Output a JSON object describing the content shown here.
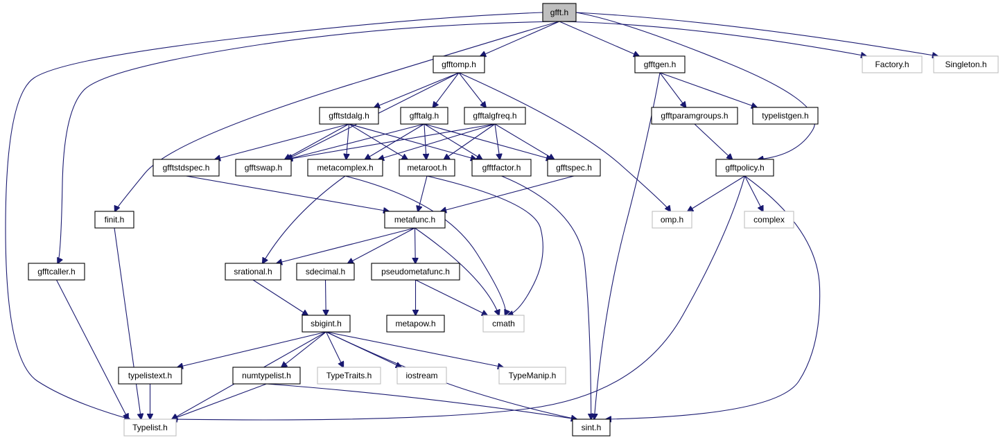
{
  "colors": {
    "edge": "#191970",
    "internal_border": "#000000",
    "external_border": "#bfbfbf",
    "root_fill": "#bfbfbf"
  },
  "nodes": [
    {
      "id": "gfft",
      "label": "gfft.h",
      "kind": "root"
    },
    {
      "id": "gfftomp",
      "label": "gfftomp.h",
      "kind": "internal"
    },
    {
      "id": "gfftgen",
      "label": "gfftgen.h",
      "kind": "internal"
    },
    {
      "id": "factory",
      "label": "Factory.h",
      "kind": "external"
    },
    {
      "id": "singleton",
      "label": "Singleton.h",
      "kind": "external"
    },
    {
      "id": "gfftstdalg",
      "label": "gfftstdalg.h",
      "kind": "internal"
    },
    {
      "id": "gfftalg",
      "label": "gfftalg.h",
      "kind": "internal"
    },
    {
      "id": "gfftalgfreq",
      "label": "gfftalgfreq.h",
      "kind": "internal"
    },
    {
      "id": "gfftparamgroups",
      "label": "gfftparamgroups.h",
      "kind": "internal"
    },
    {
      "id": "typelistgen",
      "label": "typelistgen.h",
      "kind": "internal"
    },
    {
      "id": "gfftstdspec",
      "label": "gfftstdspec.h",
      "kind": "internal"
    },
    {
      "id": "gfftswap",
      "label": "gfftswap.h",
      "kind": "internal"
    },
    {
      "id": "metacomplex",
      "label": "metacomplex.h",
      "kind": "internal"
    },
    {
      "id": "metaroot",
      "label": "metaroot.h",
      "kind": "internal"
    },
    {
      "id": "gfftfactor",
      "label": "gfftfactor.h",
      "kind": "internal"
    },
    {
      "id": "gfftspec",
      "label": "gfftspec.h",
      "kind": "internal"
    },
    {
      "id": "gfftpolicy",
      "label": "gfftpolicy.h",
      "kind": "internal"
    },
    {
      "id": "finit",
      "label": "finit.h",
      "kind": "internal"
    },
    {
      "id": "metafunc",
      "label": "metafunc.h",
      "kind": "internal"
    },
    {
      "id": "omp",
      "label": "omp.h",
      "kind": "external"
    },
    {
      "id": "complex",
      "label": "complex",
      "kind": "external"
    },
    {
      "id": "gfftcaller",
      "label": "gfftcaller.h",
      "kind": "internal"
    },
    {
      "id": "srational",
      "label": "srational.h",
      "kind": "internal"
    },
    {
      "id": "sdecimal",
      "label": "sdecimal.h",
      "kind": "internal"
    },
    {
      "id": "pseudometafunc",
      "label": "pseudometafunc.h",
      "kind": "internal"
    },
    {
      "id": "metapow",
      "label": "metapow.h",
      "kind": "internal"
    },
    {
      "id": "cmath",
      "label": "cmath",
      "kind": "external"
    },
    {
      "id": "sbigint",
      "label": "sbigint.h",
      "kind": "internal"
    },
    {
      "id": "typelistext",
      "label": "typelistext.h",
      "kind": "internal"
    },
    {
      "id": "numtypelist",
      "label": "numtypelist.h",
      "kind": "internal"
    },
    {
      "id": "typetraits",
      "label": "TypeTraits.h",
      "kind": "external"
    },
    {
      "id": "iostream",
      "label": "iostream",
      "kind": "external"
    },
    {
      "id": "typemanip",
      "label": "TypeManip.h",
      "kind": "external"
    },
    {
      "id": "typelist",
      "label": "Typelist.h",
      "kind": "external"
    },
    {
      "id": "sint",
      "label": "sint.h",
      "kind": "internal"
    }
  ],
  "edges": [
    [
      "gfft",
      "gfftomp"
    ],
    [
      "gfft",
      "gfftgen"
    ],
    [
      "gfft",
      "factory"
    ],
    [
      "gfft",
      "singleton"
    ],
    [
      "gfft",
      "gfftpolicy"
    ],
    [
      "gfft",
      "finit"
    ],
    [
      "gfft",
      "gfftcaller"
    ],
    [
      "gfft",
      "typelist"
    ],
    [
      "gfftomp",
      "gfftstdalg"
    ],
    [
      "gfftomp",
      "gfftalg"
    ],
    [
      "gfftomp",
      "gfftalgfreq"
    ],
    [
      "gfftomp",
      "gfftswap"
    ],
    [
      "gfftomp",
      "omp"
    ],
    [
      "gfftgen",
      "gfftparamgroups"
    ],
    [
      "gfftgen",
      "typelistgen"
    ],
    [
      "gfftgen",
      "sint"
    ],
    [
      "gfftstdalg",
      "gfftstdspec"
    ],
    [
      "gfftstdalg",
      "gfftswap"
    ],
    [
      "gfftstdalg",
      "metacomplex"
    ],
    [
      "gfftstdalg",
      "metaroot"
    ],
    [
      "gfftstdalg",
      "gfftfactor"
    ],
    [
      "gfftalg",
      "gfftswap"
    ],
    [
      "gfftalg",
      "metacomplex"
    ],
    [
      "gfftalg",
      "metaroot"
    ],
    [
      "gfftalg",
      "gfftfactor"
    ],
    [
      "gfftalg",
      "gfftspec"
    ],
    [
      "gfftalgfreq",
      "gfftswap"
    ],
    [
      "gfftalgfreq",
      "metacomplex"
    ],
    [
      "gfftalgfreq",
      "metaroot"
    ],
    [
      "gfftalgfreq",
      "gfftfactor"
    ],
    [
      "gfftalgfreq",
      "gfftspec"
    ],
    [
      "gfftparamgroups",
      "gfftpolicy"
    ],
    [
      "gfftpolicy",
      "omp"
    ],
    [
      "gfftpolicy",
      "complex"
    ],
    [
      "gfftpolicy",
      "sint"
    ],
    [
      "gfftpolicy",
      "typelist"
    ],
    [
      "gfftstdspec",
      "metafunc"
    ],
    [
      "metacomplex",
      "srational"
    ],
    [
      "metacomplex",
      "cmath"
    ],
    [
      "metaroot",
      "metafunc"
    ],
    [
      "metaroot",
      "cmath"
    ],
    [
      "gfftfactor",
      "sint"
    ],
    [
      "gfftspec",
      "metafunc"
    ],
    [
      "finit",
      "typelist"
    ],
    [
      "metafunc",
      "srational"
    ],
    [
      "metafunc",
      "sdecimal"
    ],
    [
      "metafunc",
      "pseudometafunc"
    ],
    [
      "metafunc",
      "cmath"
    ],
    [
      "gfftcaller",
      "typelist"
    ],
    [
      "srational",
      "sbigint"
    ],
    [
      "sdecimal",
      "sbigint"
    ],
    [
      "pseudometafunc",
      "metapow"
    ],
    [
      "pseudometafunc",
      "cmath"
    ],
    [
      "sbigint",
      "typelistext"
    ],
    [
      "sbigint",
      "numtypelist"
    ],
    [
      "sbigint",
      "typetraits"
    ],
    [
      "sbigint",
      "iostream"
    ],
    [
      "sbigint",
      "typemanip"
    ],
    [
      "sbigint",
      "typelist"
    ],
    [
      "sbigint",
      "sint"
    ],
    [
      "typelistext",
      "typelist"
    ],
    [
      "numtypelist",
      "typelist"
    ],
    [
      "numtypelist",
      "sint"
    ]
  ]
}
